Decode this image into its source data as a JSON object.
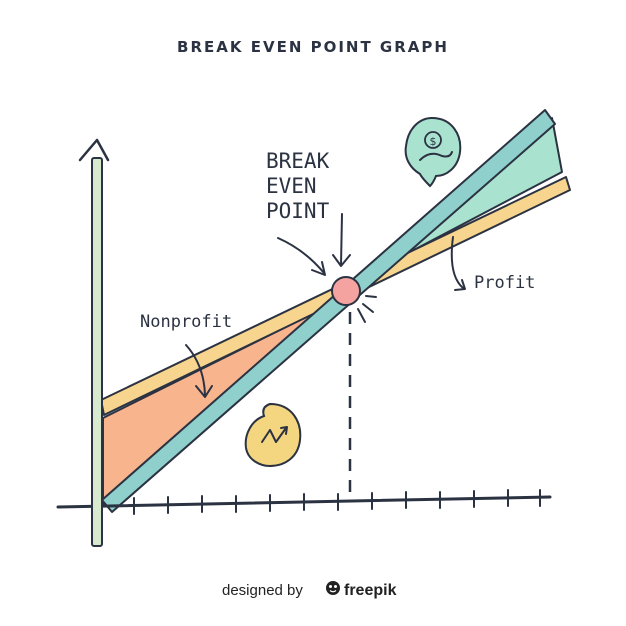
{
  "title": "BREAK EVEN POINT GRAPH",
  "labels": {
    "break_even_line1": "BREAK",
    "break_even_line2": "EVEN",
    "break_even_line3": "POINT",
    "nonprofit": "Nonprofit",
    "profit": "Profit"
  },
  "credit": {
    "prefix": "designed by",
    "brand": "freepik"
  },
  "colors": {
    "axis_y": "#d7ead0",
    "outline": "#2b3242",
    "revenue_line": "#8fcfcc",
    "cost_line": "#f7d58e",
    "profit_area": "#a9e3cf",
    "loss_area": "#f8b48d",
    "break_even_point": "#f4a3a0",
    "loss_icon": "#f5d680",
    "money_icon": "#a9e3cf"
  },
  "icons": [
    "money-bubble-icon",
    "loss-bubble-icon"
  ]
}
